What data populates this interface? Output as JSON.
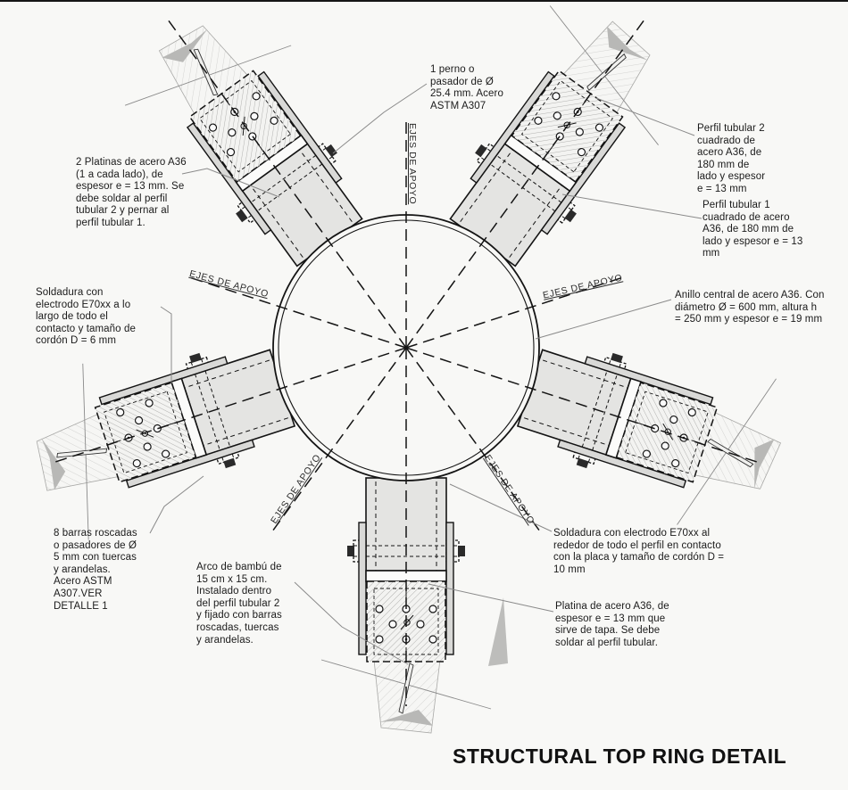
{
  "drawing": {
    "title": "STRUCTURAL TOP RING DETAIL",
    "axis_label": "EJES DE APOYO",
    "annotations": {
      "perno": "1 perno o\npasador de Ø\n25.4 mm. Acero\nASTM A307",
      "platinas": "2 Platinas de acero A36\n(1 a cada lado), de\nespesor e = 13 mm. Se\ndebe soldar al perfil\ntubular 2 y pernar al\nperfil tubular 1.",
      "perfil_tubular_2": "Perfil tubular 2\ncuadrado de\nacero A36, de\n180 mm de\nlado y espesor\ne = 13 mm",
      "perfil_tubular_1": "Perfil tubular 1\ncuadrado de acero\nA36, de 180 mm de\nlado y espesor e = 13\nmm",
      "anillo_central": "Anillo central de acero A36. Con\ndiámetro Ø = 600 mm, altura h\n= 250 mm y espesor e = 19 mm",
      "soldadura_cordon_6": "Soldadura con\nelectrodo E70xx a lo\nlargo de todo el\ncontacto y tamaño de\ncordón D = 6 mm",
      "barras_roscadas": "8 barras roscadas\no pasadores de Ø\n5 mm con tuercas\ny arandelas.\nAcero ASTM\nA307.VER\nDETALLE 1",
      "arco_bambu": "Arco de bambú de\n15 cm x 15 cm.\nInstalado dentro\ndel perfil tubular 2\ny fijado con barras\nroscadas, tuercas\ny arandelas.",
      "soldadura_cordon_10": "Soldadura con electrodo E70xx al\nrededor de todo el perfil en contacto\ncon la placa y tamaño de cordón D =\n10 mm",
      "platina_tapa": "Platina de acero A36, de\nespesor e = 13 mm que\nsirve de tapa. Se debe\nsoldar al perfil tubular."
    },
    "colors": {
      "line": "#141414",
      "leader": "#8a8a8a",
      "tube_fill": "#e4e4e2",
      "background": "#f8f8f6"
    }
  }
}
